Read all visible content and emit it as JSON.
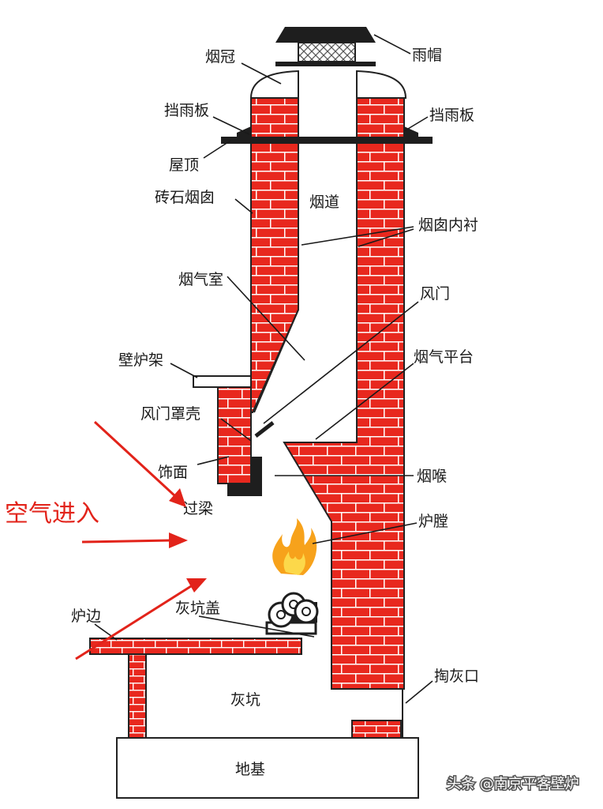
{
  "labels": {
    "yumao": "雨帽",
    "yanguan": "烟冠",
    "dangyuban_left": "挡雨板",
    "dangyuban_right": "挡雨板",
    "wuding": "屋顶",
    "zhuanshi_yancong": "砖石烟囱",
    "yandao": "烟道",
    "yancong_neichen": "烟囱内衬",
    "yanqishi": "烟气室",
    "fengmen": "风门",
    "yanqi_pingtai": "烟气平台",
    "bilujia": "壁炉架",
    "fengmen_zhaoke": "风门罩壳",
    "shimian": "饰面",
    "yanhou": "烟喉",
    "guoliang": "过梁",
    "lutang": "炉膛",
    "huikenggai": "灰坑盖",
    "lubian": "炉边",
    "taohuikou": "掏灰口",
    "huikeng": "灰坑",
    "diji": "地基"
  },
  "air_label": "空气进入",
  "watermark": "头条 @南京平客壁炉",
  "colors": {
    "brick": "#e8281e",
    "mortar": "#ffffff",
    "outline": "#222222",
    "air_arrow": "#e2231a",
    "dark": "#1e1e1e",
    "flame_outer": "#f7a21b",
    "flame_inner": "#fcd84a"
  }
}
